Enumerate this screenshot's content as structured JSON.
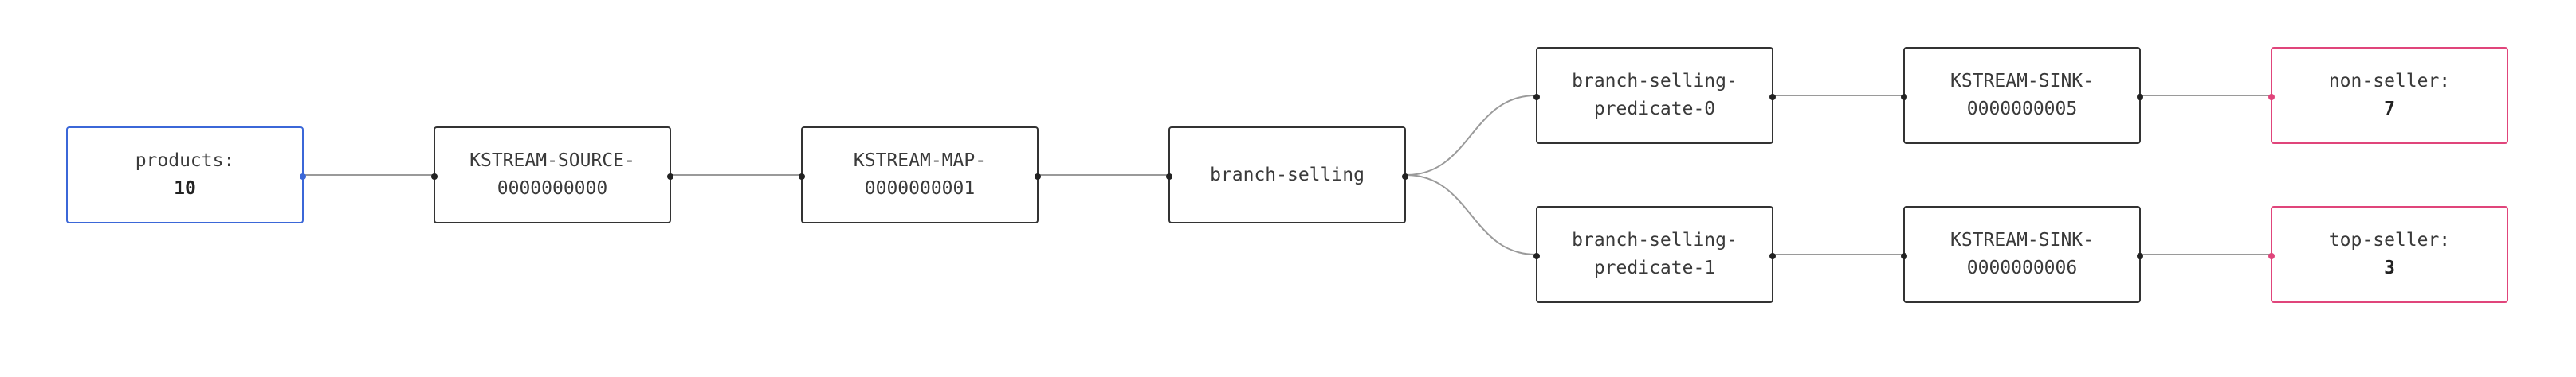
{
  "diagram": {
    "nodes": [
      {
        "id": "products",
        "lines": [
          "products:"
        ],
        "count": "10",
        "kind": "source"
      },
      {
        "id": "source",
        "lines": [
          "KSTREAM-SOURCE-",
          "0000000000"
        ],
        "kind": "processor"
      },
      {
        "id": "map",
        "lines": [
          "KSTREAM-MAP-",
          "0000000001"
        ],
        "kind": "processor"
      },
      {
        "id": "branch",
        "lines": [
          "branch-selling"
        ],
        "kind": "processor"
      },
      {
        "id": "pred0",
        "lines": [
          "branch-selling-",
          "predicate-0"
        ],
        "kind": "processor"
      },
      {
        "id": "pred1",
        "lines": [
          "branch-selling-",
          "predicate-1"
        ],
        "kind": "processor"
      },
      {
        "id": "sink5",
        "lines": [
          "KSTREAM-SINK-",
          "0000000005"
        ],
        "kind": "processor"
      },
      {
        "id": "sink6",
        "lines": [
          "KSTREAM-SINK-",
          "0000000006"
        ],
        "kind": "processor"
      },
      {
        "id": "nonseller",
        "lines": [
          "non-seller:"
        ],
        "count": "7",
        "kind": "sink"
      },
      {
        "id": "topseller",
        "lines": [
          "top-seller:"
        ],
        "count": "3",
        "kind": "sink"
      }
    ],
    "edges": [
      [
        "products",
        "source"
      ],
      [
        "source",
        "map"
      ],
      [
        "map",
        "branch"
      ],
      [
        "branch",
        "pred0"
      ],
      [
        "branch",
        "pred1"
      ],
      [
        "pred0",
        "sink5"
      ],
      [
        "pred1",
        "sink6"
      ],
      [
        "sink5",
        "nonseller"
      ],
      [
        "sink6",
        "topseller"
      ]
    ],
    "colors": {
      "source_border": "#3b67d8",
      "sink_border": "#e0457b",
      "processor_border": "#333333",
      "edge": "#9a9a9a"
    }
  }
}
